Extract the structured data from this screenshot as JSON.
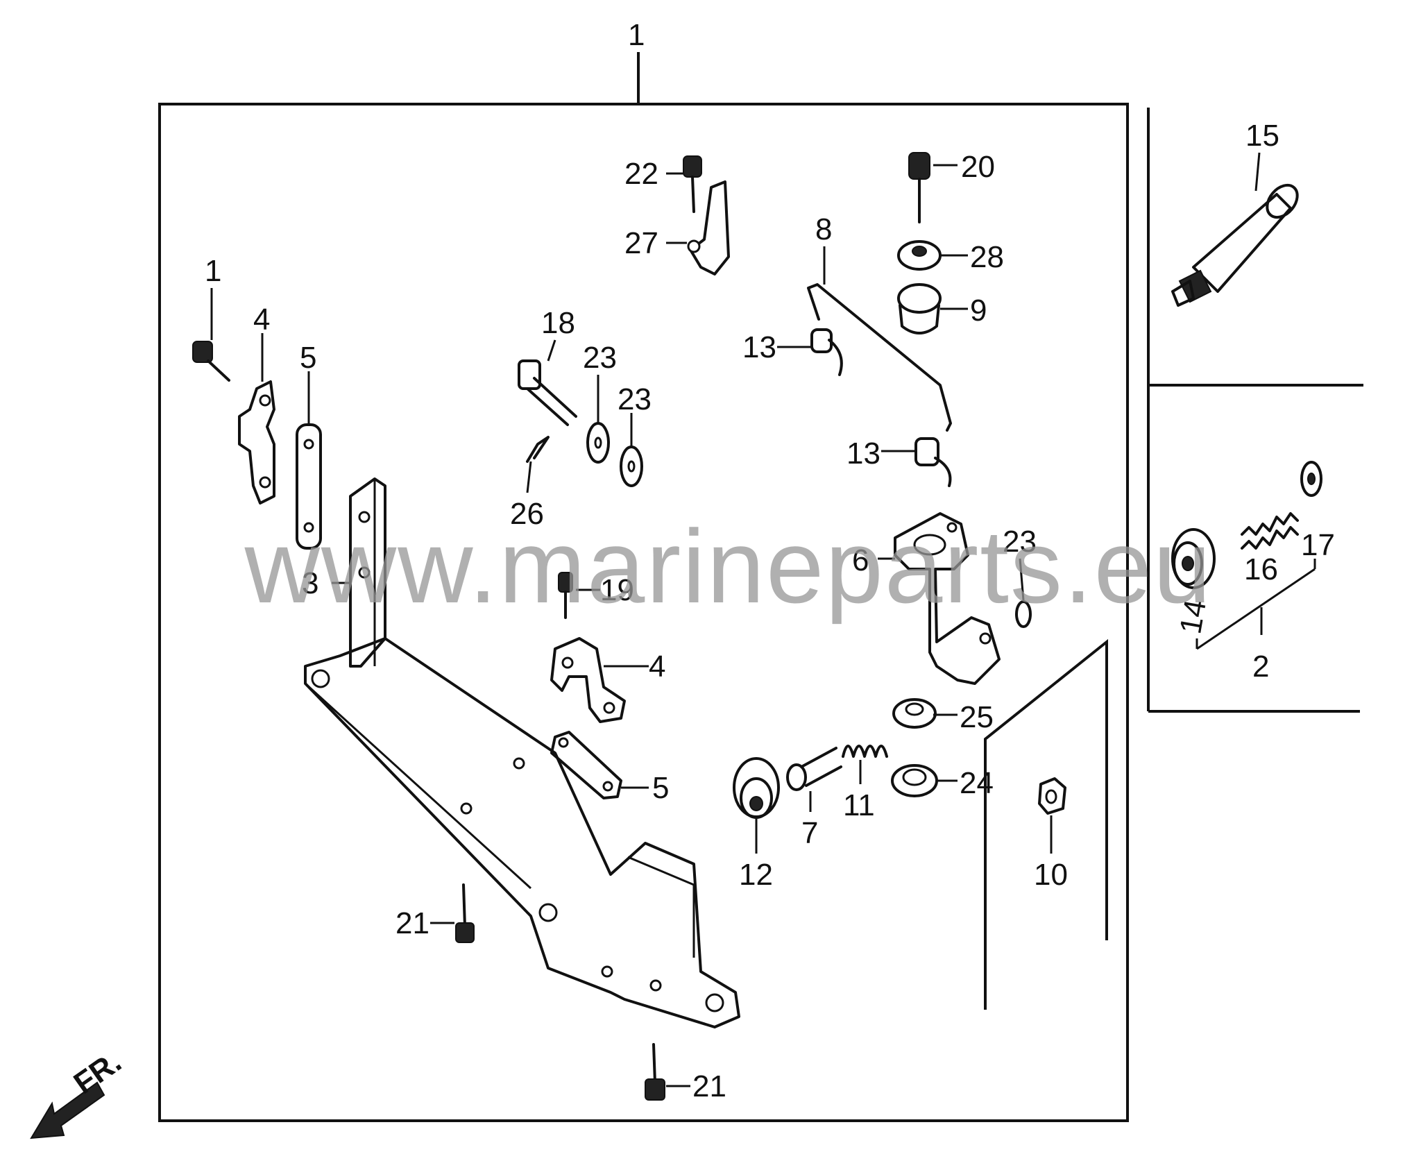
{
  "callouts": {
    "c1": "1",
    "c1b": "1",
    "c2": "2",
    "c3": "3",
    "c4a": "4",
    "c4b": "4",
    "c5a": "5",
    "c5b": "5",
    "c6": "6",
    "c7": "7",
    "c8": "8",
    "c9": "9",
    "c10": "10",
    "c11": "11",
    "c12": "12",
    "c13a": "13",
    "c13b": "13",
    "c14": "14",
    "c15": "15",
    "c16": "16",
    "c17": "17",
    "c18": "18",
    "c19": "19",
    "c20": "20",
    "c21a": "21",
    "c21b": "21",
    "c22": "22",
    "c23a": "23",
    "c23b": "23",
    "c23c": "23",
    "c24": "24",
    "c25": "25",
    "c26": "26",
    "c27": "27",
    "c28": "28"
  },
  "front_arrow_label": "FR.",
  "watermark": "www.marineparts.eu"
}
